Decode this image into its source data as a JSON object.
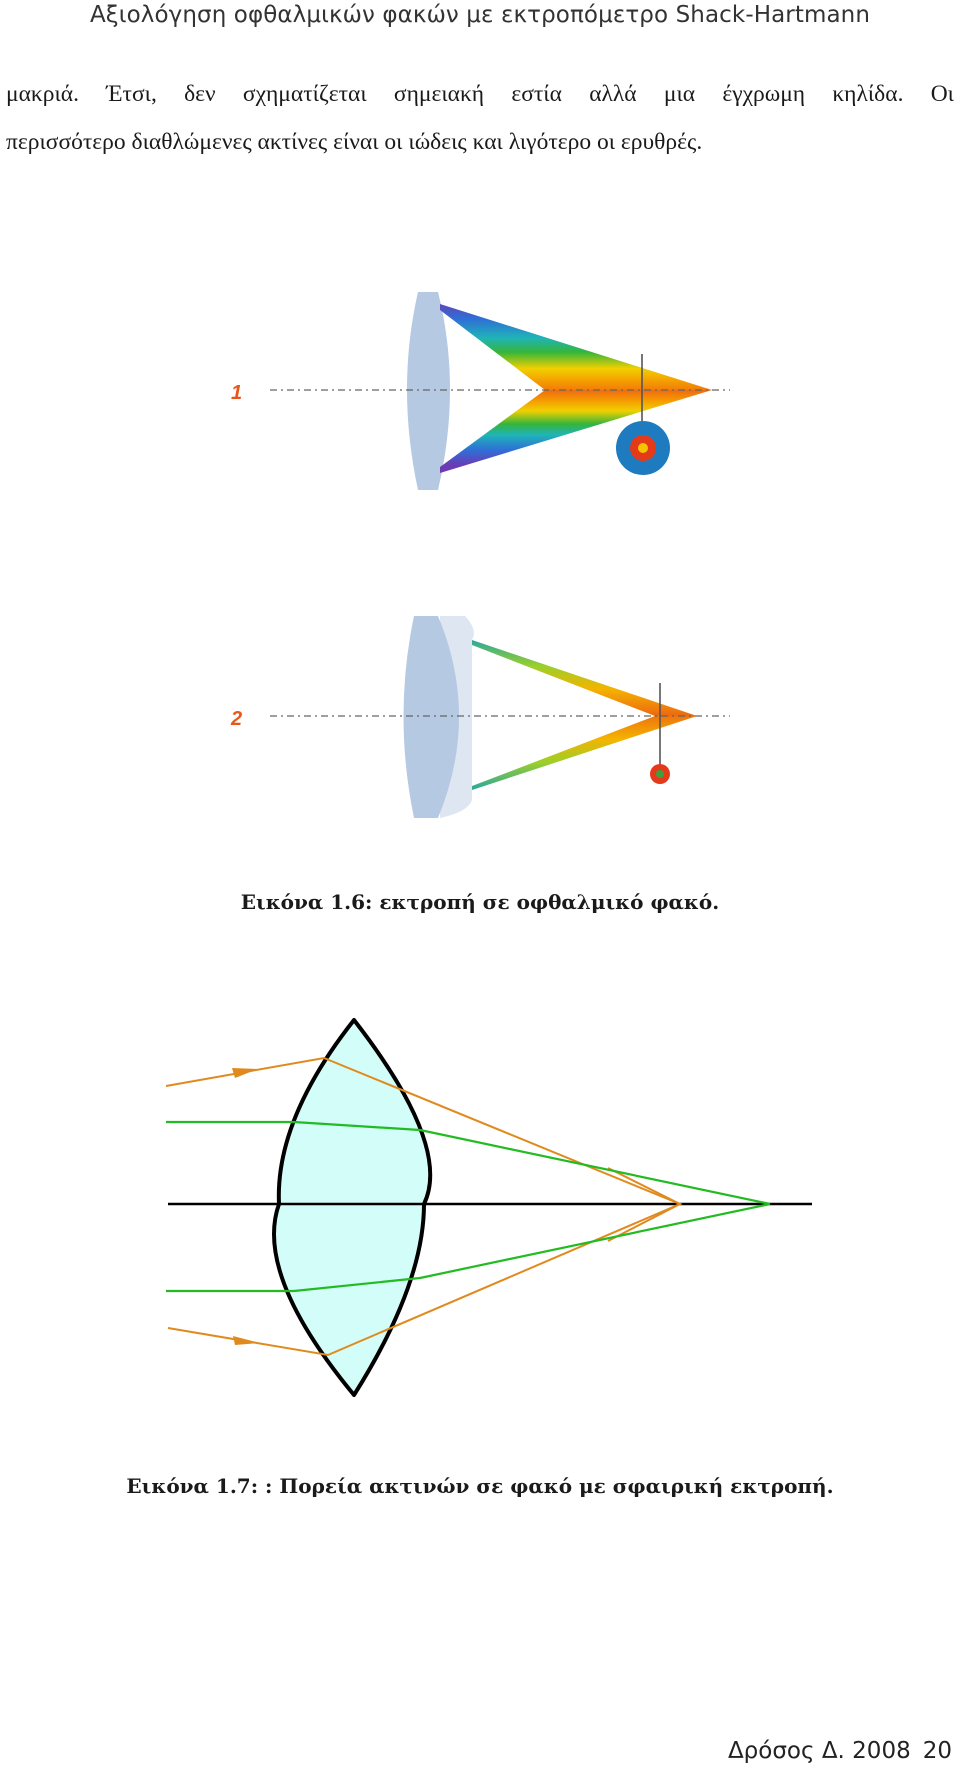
{
  "header": {
    "title": "Αξιολόγηση οφθαλμικών φακών με εκτροπόμετρο Shack-Hartmann"
  },
  "paragraph": {
    "line1": "μακριά. Έτσι, δεν σχηματίζεται σημειακή εστία αλλά μια έγχρωμη κηλίδα. Οι",
    "line2": "περισσότερο διαθλώμενες ακτίνες είναι οι ιώδεις και λιγότερο οι ερυθρές."
  },
  "figure1": {
    "label1": "1",
    "label2": "2",
    "caption": "Εικόνα 1.6: εκτροπή σε οφθαλμικό φακό.",
    "colors": {
      "lens": "#b5c9e3",
      "label": "#e8561c",
      "target_outer": "#1f7bc0",
      "target_mid": "#e53a1a",
      "target_inner": "#f5c400"
    }
  },
  "figure2": {
    "caption": "Εικόνα 1.7: : Πορεία ακτινών σε φακό με σφαιρική εκτροπή.",
    "colors": {
      "lens_fill": "#d3fdf8",
      "marginal_ray": "#e08a1e",
      "paraxial_ray": "#22bb22",
      "outline": "#000000"
    }
  },
  "footer": {
    "author": "Δρόσος Δ. 2008",
    "page": "20"
  }
}
